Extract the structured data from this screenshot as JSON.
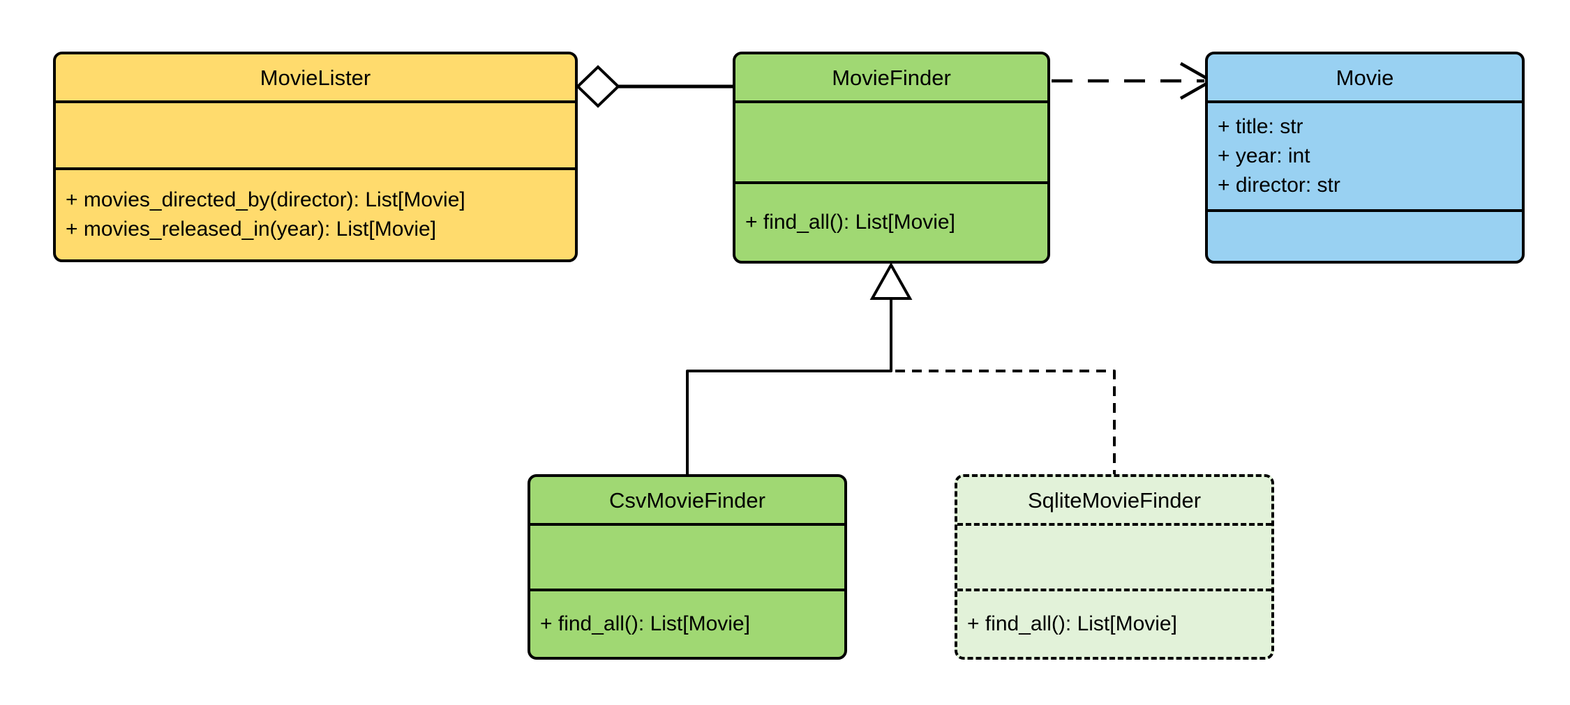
{
  "diagram": {
    "type": "uml-class-diagram",
    "background_color": "#ffffff",
    "line_color": "#000000",
    "classes": [
      {
        "name": "MovieLister",
        "fill": "#ffdb6d",
        "border_style": "solid",
        "attributes": [],
        "methods": [
          "+ movies_directed_by(director): List[Movie]",
          "+ movies_released_in(year): List[Movie]"
        ]
      },
      {
        "name": "MovieFinder",
        "fill": "#a0d873",
        "border_style": "solid",
        "attributes": [],
        "methods": [
          "+ find_all(): List[Movie]"
        ]
      },
      {
        "name": "Movie",
        "fill": "#99d1f2",
        "border_style": "solid",
        "attributes": [
          "+ title: str",
          "+ year: int",
          "+ director: str"
        ],
        "methods": []
      },
      {
        "name": "CsvMovieFinder",
        "fill": "#a0d873",
        "border_style": "solid",
        "attributes": [],
        "methods": [
          "+ find_all(): List[Movie]"
        ]
      },
      {
        "name": "SqliteMovieFinder",
        "fill": "#e2f2d9",
        "border_style": "dashed",
        "attributes": [],
        "methods": [
          "+ find_all(): List[Movie]"
        ]
      }
    ],
    "relationships": [
      {
        "type": "aggregation",
        "from": "MovieLister",
        "to": "MovieFinder",
        "line": "solid",
        "marker": "hollow-diamond"
      },
      {
        "type": "dependency",
        "from": "MovieFinder",
        "to": "Movie",
        "line": "dashed",
        "marker": "open-arrow"
      },
      {
        "type": "inheritance",
        "from": "CsvMovieFinder",
        "to": "MovieFinder",
        "line": "solid",
        "marker": "hollow-triangle"
      },
      {
        "type": "inheritance",
        "from": "SqliteMovieFinder",
        "to": "MovieFinder",
        "line": "dashed",
        "marker": "hollow-triangle"
      }
    ]
  }
}
